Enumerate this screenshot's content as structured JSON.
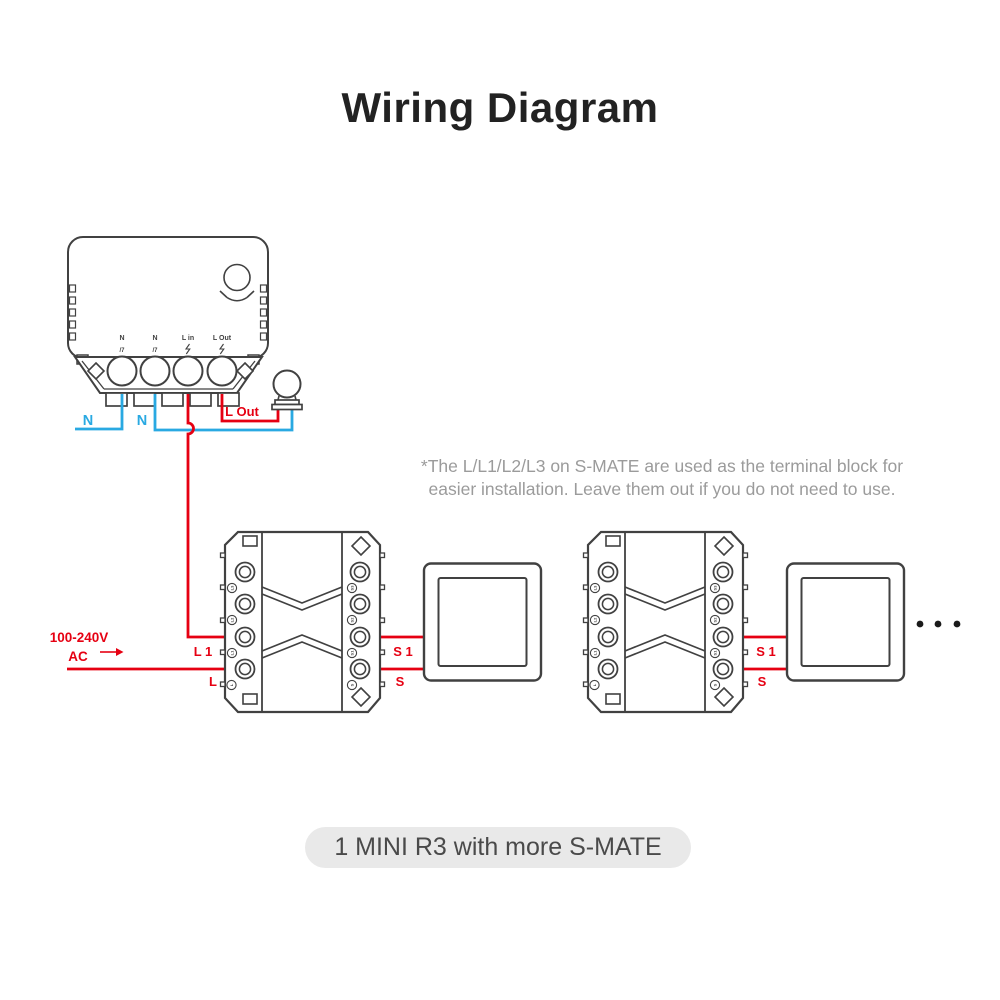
{
  "title": "Wiring Diagram",
  "note": {
    "line1": "*The L/L1/L2/L3 on S-MATE are used as the terminal block for",
    "line2": "easier installation. Leave them out if you do not need to use."
  },
  "caption": "1 MINI R3 with more S-MATE",
  "colors": {
    "wire_red": "#e60012",
    "wire_blue": "#29a9e2",
    "outline": "#414141",
    "note_gray": "#9b9b9b",
    "caption_bg": "#e9e9e9",
    "caption_text": "#4a4a4a"
  },
  "mini_r3": {
    "terminal_labels": [
      "N",
      "N",
      "L in",
      "L Out"
    ],
    "neutral_symbol": "/7"
  },
  "wire_labels": {
    "neutral": "N",
    "l_out": "L Out",
    "supply_voltage": "100-240V",
    "supply_ac": "AC",
    "l1": "L 1",
    "l": "L",
    "s1": "S 1",
    "s": "S"
  },
  "smate": {
    "left_terminals": [
      "L3",
      "L2",
      "L1",
      "L"
    ],
    "right_terminals": [
      "S3",
      "S2",
      "S1",
      "S"
    ]
  },
  "ellipsis_dots": 3
}
